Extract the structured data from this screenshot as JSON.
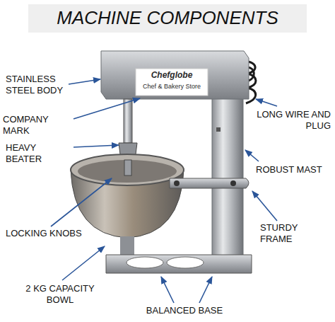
{
  "diagram": {
    "title": "MACHINE COMPONENTS",
    "labels": [
      "Chefglobe",
      "Chef & Bakery Store",
      "STAINLESS STEEL BODY",
      "COMPANY MARK",
      "LONG WIRE AND PLUG",
      "HEAVY BEATER",
      "ROBUST MAST",
      "LOCKING KNOBS",
      "STURDY FRAME",
      "2 KG CAPACITY BOWL",
      "BALANCED BASE"
    ]
  }
}
